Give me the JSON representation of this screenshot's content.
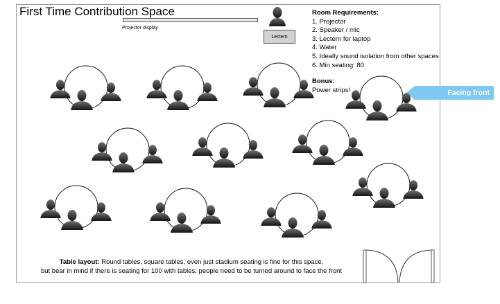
{
  "title": "First Time Contribution Space",
  "projector": {
    "label": "Projector display"
  },
  "lectern": {
    "label": "Lectern"
  },
  "requirements": {
    "heading": "Room Requirements:",
    "items": [
      "1. Projector",
      "2. Speaker / mic",
      "3. Lectern for laptop",
      "4. Water",
      "5. Ideally sound isolation from other spaces",
      "6. Min seating: 80"
    ],
    "bonus_heading": "Bonus:",
    "bonus_text": "Power strips!"
  },
  "facing_front": {
    "label": "Facing front",
    "color": "#7ec8f2"
  },
  "footer": {
    "label": "Table layout:",
    "line1": " Round tables, square tables, even just stadium seating is fine for this space,",
    "line2": "but bear in mind if there is seating for 100 with tables, people need to be turned around to face the front"
  },
  "icons": [
    "person-silhouette-icon",
    "round-table-icon",
    "double-door-icon",
    "arrow-left-icon"
  ],
  "table_count": 11
}
